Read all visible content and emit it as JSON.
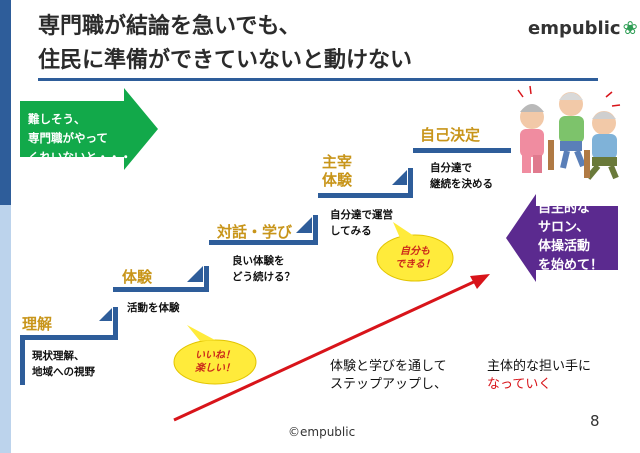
{
  "title": {
    "line1": "専門職が結論を急いでも、",
    "line2": "住民に準備ができていないと動けない"
  },
  "logo": {
    "text": "empubl",
    "leaf": "ic"
  },
  "green_arrow": {
    "line1": "難しそう、",
    "line2": "専門職がやって",
    "line3": "くれいないと・・・"
  },
  "steps": [
    {
      "label": "理解",
      "text1": "現状理解、",
      "text2": "地域への視野"
    },
    {
      "label": "体験",
      "text1": "活動を体験"
    },
    {
      "label": "対話・学び",
      "text1": "良い体験を",
      "text2": "どう続ける？"
    },
    {
      "label1": "主宰",
      "label2": "体験",
      "text1": "自分達で運営",
      "text2": "してみる"
    },
    {
      "label": "自己決定",
      "text1": "自分達で",
      "text2": "継続を決める"
    }
  ],
  "bubbles": {
    "yellow_left": {
      "line1": "いいね！",
      "line2": "楽しい！"
    },
    "yellow_right": {
      "line1": "自分も",
      "line2": "できる！"
    }
  },
  "purple_arrow": {
    "line1": "自主的な",
    "line2": "サロン、",
    "line3": "体操活動",
    "line4": "を始めて！"
  },
  "bottom": {
    "left1": "体験と学びを通して",
    "left2": "ステップアップし、",
    "right1": "主体的な担い手に",
    "right2": "なっていく"
  },
  "footer": {
    "copyright": "©empublic",
    "page": "8"
  },
  "colors": {
    "navy": "#2e5d9a",
    "light_blue": "#bcd3ec",
    "green": "#12a94a",
    "purple": "#5b2a8f",
    "gold": "#c8951a",
    "red": "#d8141a",
    "bubble": "#ffeb3b"
  }
}
